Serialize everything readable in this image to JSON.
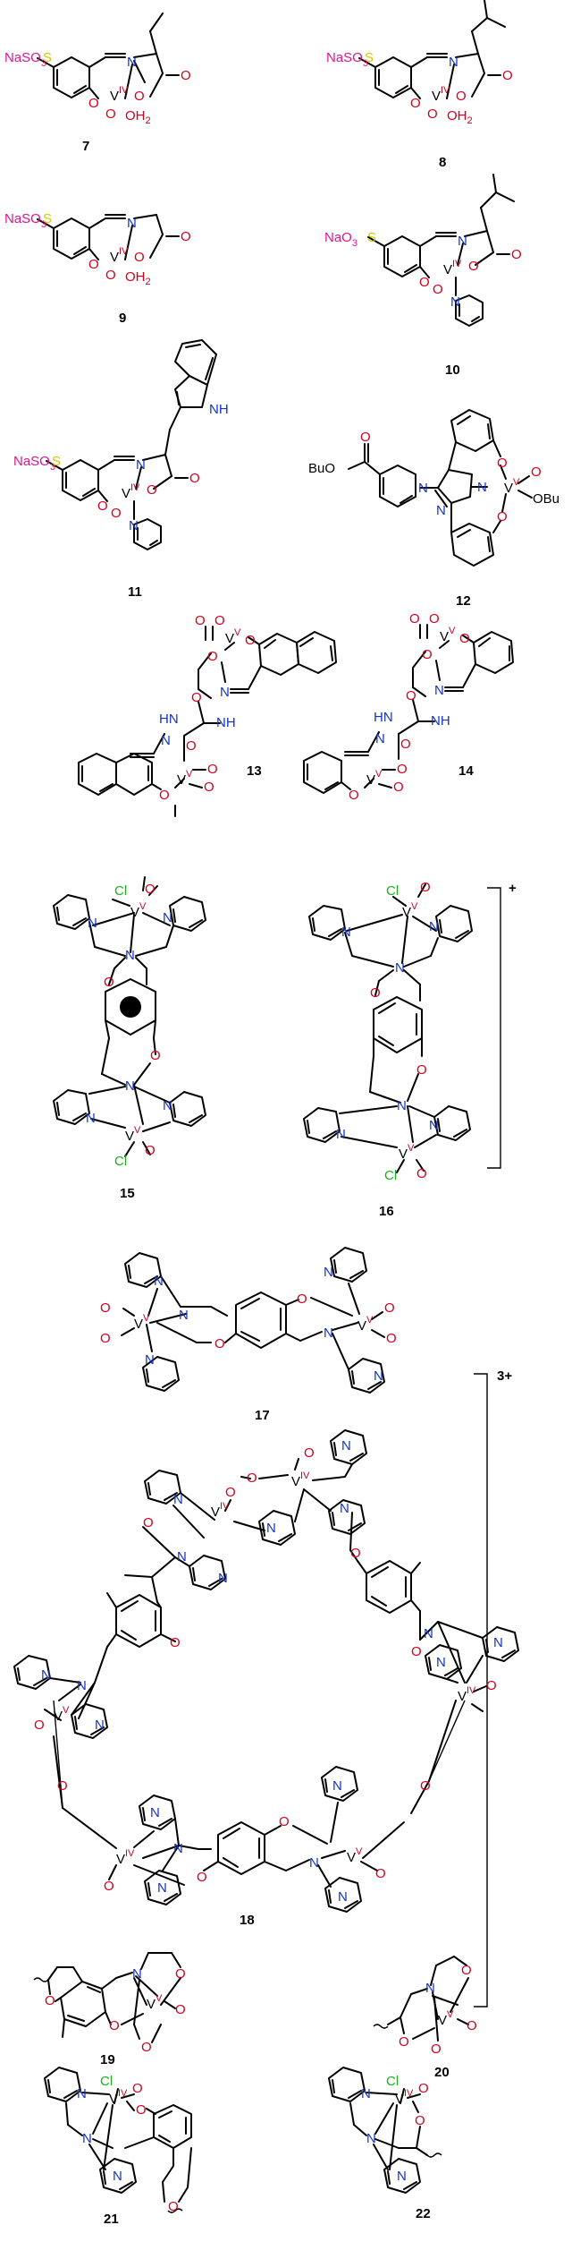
{
  "compounds": {
    "c7": {
      "number": "7",
      "nasulfo": "NaSO",
      "s": "S",
      "v": "V",
      "ox": "IV",
      "n": "N",
      "o": "O",
      "oh": "OH",
      "h2": "2"
    },
    "c8": {
      "number": "8",
      "nasulfo": "NaSO",
      "s": "S",
      "v": "V",
      "ox": "IV",
      "n": "N",
      "o": "O",
      "oh": "OH",
      "h2": "2"
    },
    "c9": {
      "number": "9",
      "nasulfo": "NaSO",
      "s": "S",
      "v": "V",
      "ox": "IV",
      "n": "N",
      "o": "O",
      "oh": "OH",
      "h2": "2"
    },
    "c10": {
      "number": "10",
      "nasulfo": "NaO",
      "s": "S",
      "v": "V",
      "ox": "IV",
      "n": "N",
      "o": "O"
    },
    "c11": {
      "number": "11",
      "nasulfo": "NaSO",
      "s": "S",
      "v": "V",
      "ox": "IV",
      "n": "N",
      "o": "O",
      "nh": "NH"
    },
    "c12": {
      "number": "12",
      "buo": "BuO",
      "obu": "OBu",
      "v": "V",
      "ox": "V",
      "n": "N",
      "o": "O"
    },
    "c13": {
      "number": "13",
      "v": "V",
      "ox": "V",
      "n": "N",
      "o": "O",
      "hn": "HN",
      "nh": "NH"
    },
    "c14": {
      "number": "14",
      "v": "V",
      "ox": "V",
      "n": "N",
      "o": "O",
      "hn": "HN",
      "nh": "NH"
    },
    "c15": {
      "number": "15",
      "v": "V",
      "ox": "V",
      "n": "N",
      "o": "O",
      "cl": "Cl"
    },
    "c16": {
      "number": "16",
      "v": "V",
      "ox": "V",
      "n": "N",
      "o": "O",
      "cl": "Cl",
      "charge": "+"
    },
    "c17": {
      "number": "17",
      "v": "V",
      "ox": "V",
      "n": "N",
      "o": "O"
    },
    "c18": {
      "number": "18",
      "v": "V",
      "ox_a": "IV",
      "ox_b": "V",
      "n": "N",
      "o": "O",
      "charge": "3+"
    },
    "c19": {
      "number": "19",
      "v": "V",
      "ox": "V",
      "n": "N",
      "o": "O"
    },
    "c20": {
      "number": "20",
      "v": "V",
      "ox": "V",
      "n": "N",
      "o": "O"
    },
    "c21": {
      "number": "21",
      "v": "V",
      "ox": "IV",
      "n": "N",
      "o": "O",
      "cl": "Cl"
    },
    "c22": {
      "number": "22",
      "v": "V",
      "ox": "IV",
      "n": "N",
      "o": "O",
      "cl": "Cl"
    }
  },
  "colors": {
    "oxygen": "#d0021b",
    "nitrogen": "#1434c8",
    "chlorine": "#19b01e",
    "sodium": "#e0158a",
    "sulfur": "#d8c800"
  }
}
